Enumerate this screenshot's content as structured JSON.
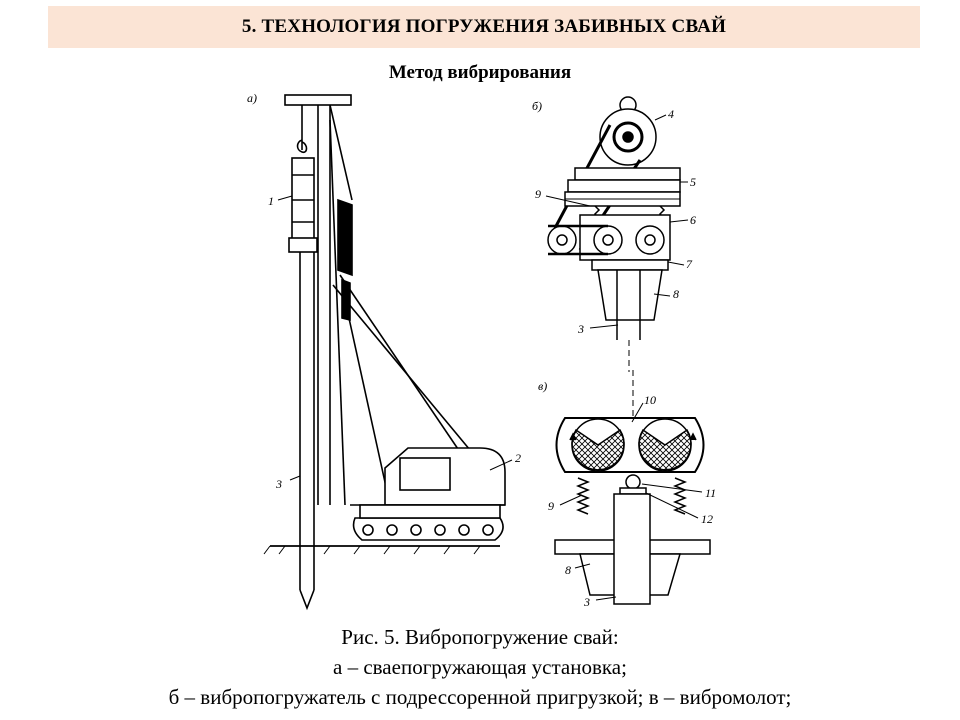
{
  "header": {
    "title": "5. ТЕХНОЛОГИЯ ПОГРУЖЕНИЯ ЗАБИВНЫХ СВАЙ"
  },
  "subtitle": "Метод вибрирования",
  "figure": {
    "panel_labels": {
      "a": "а)",
      "b": "б)",
      "v": "в)"
    },
    "callouts": {
      "n1": "1",
      "n2": "2",
      "n3a": "3",
      "n3b": "3",
      "n3c": "3",
      "n4": "4",
      "n5": "5",
      "n6": "6",
      "n7": "7",
      "n8b": "8",
      "n8c": "8",
      "n9b": "9",
      "n9c": "9",
      "n10": "10",
      "n11": "11",
      "n12": "12"
    }
  },
  "caption": {
    "line1": "Рис. 5. Вибропогружение свай:",
    "line2": "а – сваепогружающая установка;",
    "line3": "б – вибропогружатель с подрессоренной пригрузкой; в – вибромолот;"
  }
}
